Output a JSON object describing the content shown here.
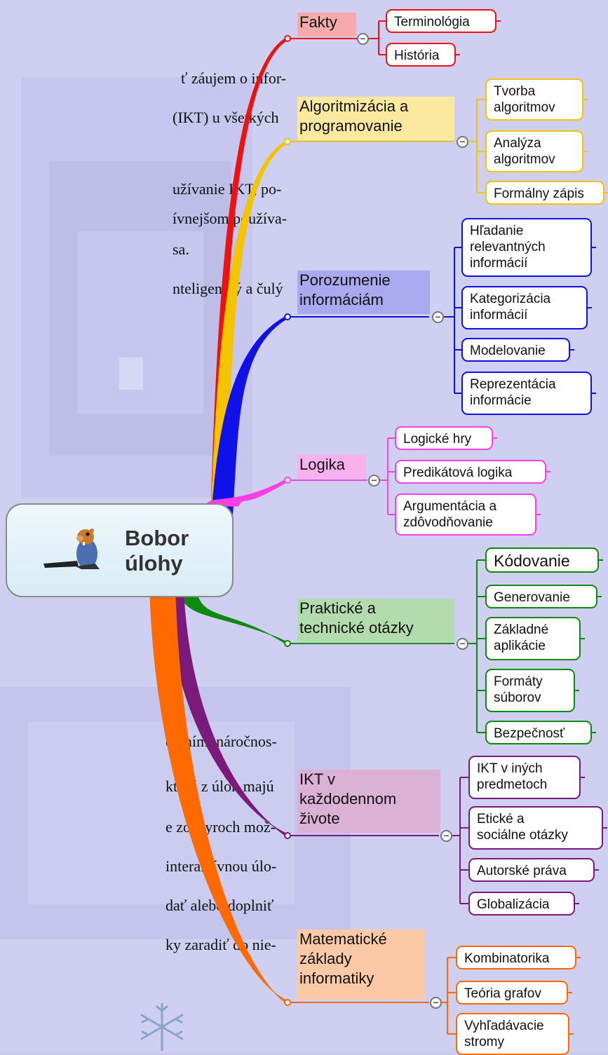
{
  "background_text": {
    "lines_top": [
      "ť záujem o infor-",
      " (IKT) u všetkých",
      "užívanie IKT, po-",
      "ívnejšom používa-",
      "sa.",
      "nteligentný a čulý"
    ],
    "lines_bottom": [
      "eraním, náročnos-",
      "ktoré z úloh majú",
      "e zo štyroch mož-",
      " interaktívnou úlo-",
      "dať alebo doplniť",
      "ky zaradiť do nie-"
    ]
  },
  "mindmap": {
    "center": {
      "label": "Bobor\núlohy",
      "icon": "beaver-icon"
    },
    "branches": [
      {
        "label": "Fakty",
        "color": "#ee1111",
        "bg": "#f7aaaa",
        "children": [
          "Terminológia",
          "História"
        ]
      },
      {
        "label": "Algoritmizácia a\nprogramovanie",
        "color": "#f5c400",
        "bg": "#fbe9a0",
        "children": [
          "Tvorba\nalgoritmov",
          "Analýza\nalgoritmov",
          "Formálny zápis"
        ]
      },
      {
        "label": "Porozumenie\ninformáciám",
        "color": "#1010e8",
        "bg": "#a9a9ef",
        "children": [
          "Hľadanie\nrelevantných\n informácií",
          "Kategorizácia\ninformácií",
          "Modelovanie",
          "Reprezentácia\ninformácie"
        ]
      },
      {
        "label": "Logika",
        "color": "#ff3fe6",
        "bg": "#f7b2ee",
        "children": [
          "Logické hry",
          "Predikátová logika",
          "Argumentácia a\nzdôvodňovanie"
        ]
      },
      {
        "label": "Praktické a\ntechnické otázky",
        "color": "#0c8a0c",
        "bg": "#b3dcae",
        "children": [
          "Kódovanie",
          "Generovanie",
          "Základné\naplikácie",
          "Formáty\nsúborov",
          "Bezpečnosť"
        ]
      },
      {
        "label": "IKT v\nkaždodennom\nživote",
        "color": "#7a1a7a",
        "bg": "#dcb1d6",
        "children": [
          "IKT v iných\npredmetoch",
          "Etické a\nsociálne otázky",
          "Autorské práva",
          "Globalizácia"
        ]
      },
      {
        "label": "Matematické\nzáklady\ninformatiky",
        "color": "#ff6a00",
        "bg": "#fbc9a6",
        "children": [
          "Kombinatorika",
          "Teória grafov",
          "Vyhľadávacie\nstromy"
        ]
      }
    ]
  },
  "decor": {
    "bottom_icon": "snowflake-icon"
  }
}
